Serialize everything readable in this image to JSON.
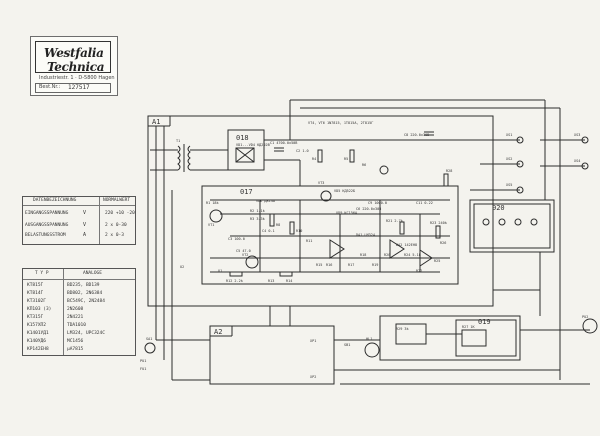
{
  "logo": {
    "line1": "Westfalia",
    "line2": "Technica",
    "address": "Industriestr. 1 · D-5800 Hagen",
    "order_label": "Best.Nr.:",
    "order_number": "127517"
  },
  "rating_table": {
    "headers": [
      "DATENBEZEICHNUNG",
      "NORMALWERT"
    ],
    "rows": [
      {
        "label": "EINGANGSSPANNUNG",
        "symbol": "V",
        "value": "220 +10 -20"
      },
      {
        "label": "AUSGANGSSPANNUNG",
        "symbol": "V",
        "value": "2 x 0-30"
      },
      {
        "label": "BELASTUNGSSTROM",
        "symbol": "A",
        "value": "2 x 0-3"
      }
    ]
  },
  "parts_table": {
    "headers": [
      "T Y P",
      "ANALOGE"
    ],
    "rows": [
      [
        "KT815Г",
        "BD235, BD139"
      ],
      [
        "KT814Г",
        "BD802, 2N6384"
      ],
      [
        "KT3102Г",
        "BC549C, 2N2484"
      ],
      [
        "КП103 (3)",
        "2N2608"
      ],
      [
        "KT315Г",
        "2N4221"
      ],
      [
        "К157ХП2",
        "TDA1010"
      ],
      [
        "К1401УД1",
        "LM324, UPC324C"
      ],
      [
        "К140УД6",
        "MC1456"
      ],
      [
        "КР142ЕН8",
        "µA7815"
      ]
    ]
  },
  "blocks": {
    "a1": "A1",
    "a2": "A2",
    "b018": "018",
    "b017": "017",
    "b020": "020",
    "b019": "019"
  },
  "labels": {
    "vt4_group": "VT4, VT6 1N7815, 1T815A, 2T815Г",
    "c8": "C8 220.0x30B",
    "vd1_4": "VD1...VD4 KД202B",
    "xs1": "XS1",
    "xs2": "XS2",
    "xs3": "XS3",
    "xs4": "XS4",
    "xs5": "XS5",
    "t1": "T1",
    "da1": "DA1 LM324",
    "da2": "DA2 142ЕН8",
    "pu1": "PU1",
    "pu2": "PU2",
    "sa1": "SA1",
    "sb1": "SB1",
    "hl1": "HL1",
    "fu1": "FU1",
    "xp1": "XP1",
    "xp2": "XP2",
    "vt1": "VT1",
    "vt2": "VT2",
    "vt3": "VT3",
    "r1": "R1 18k",
    "r2": "R2 1.1k",
    "r3": "R3 3.3k",
    "r12": "R12 2.2k",
    "r23": "R23 240k",
    "r24": "R24 5.1k",
    "r27": "R27 1K",
    "r21": "R21 2.7k",
    "r29": "R29 3k",
    "c1": "C1 4700.0x50B",
    "c2": "C2 1.0",
    "c3": "C3 100.0",
    "c4": "C4 0.1",
    "c5": "C5 47.0",
    "c6": "C6 220.0x30B",
    "c9": "C9 1000.0",
    "c11": "C11 0.22",
    "vd5": "VD5 KД522Б",
    "vd6": "VD6 Д814А",
    "vd9": "VD9 KC156A",
    "r4": "R4",
    "r5": "R5",
    "r6": "R6",
    "r8": "R8",
    "r10": "R10",
    "r11": "R11",
    "r13": "R13",
    "r14": "R14",
    "r15": "R15",
    "r16": "R16",
    "r17": "R17",
    "r18": "R18",
    "r19": "R19",
    "r20": "R20",
    "r22": "R22",
    "r25": "R25",
    "r26": "R26",
    "r28": "R28",
    "u1": "U1",
    "u2": "U2"
  },
  "colors": {
    "paper": "#f4f3ee",
    "ink": "#2c2c2c"
  }
}
